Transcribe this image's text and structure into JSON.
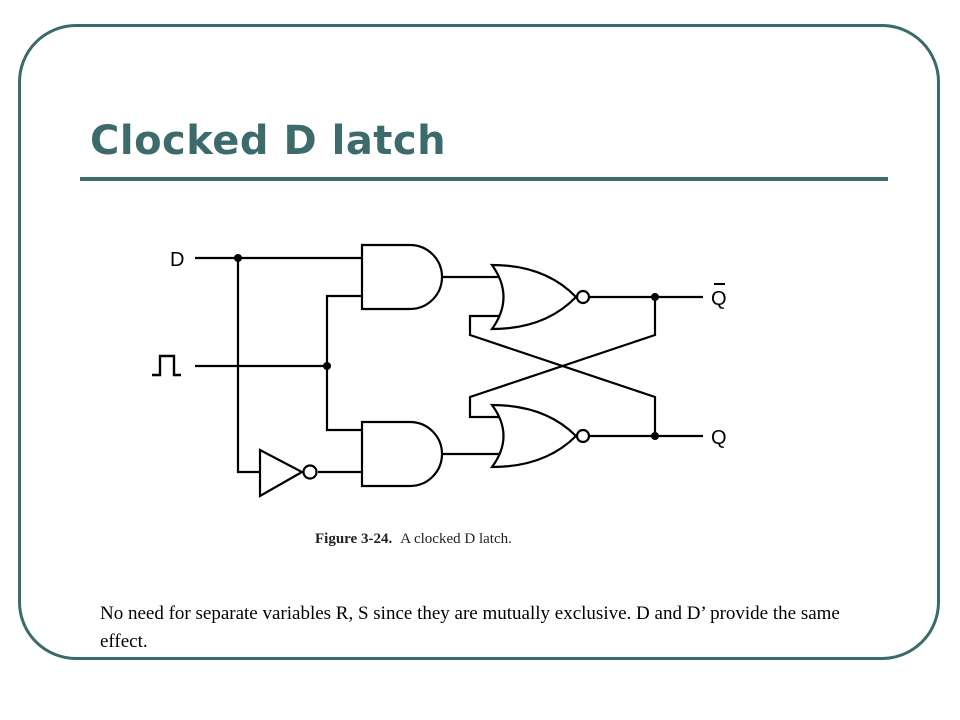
{
  "slide": {
    "title": "Clocked D latch",
    "note": "No need for separate variables R, S since they are mutually exclusive.  D and D’ provide the same effect."
  },
  "figure": {
    "caption_number": "Figure 3-24.",
    "caption_text": "A clocked D latch.",
    "labels": {
      "input_d": "D",
      "output_q_bar": "Q",
      "output_q": "Q"
    },
    "icons": [
      "clock-pulse-icon"
    ]
  },
  "colors": {
    "accent": "#3d6b6b",
    "frame": "#3a6b6b",
    "wire": "#000000"
  }
}
